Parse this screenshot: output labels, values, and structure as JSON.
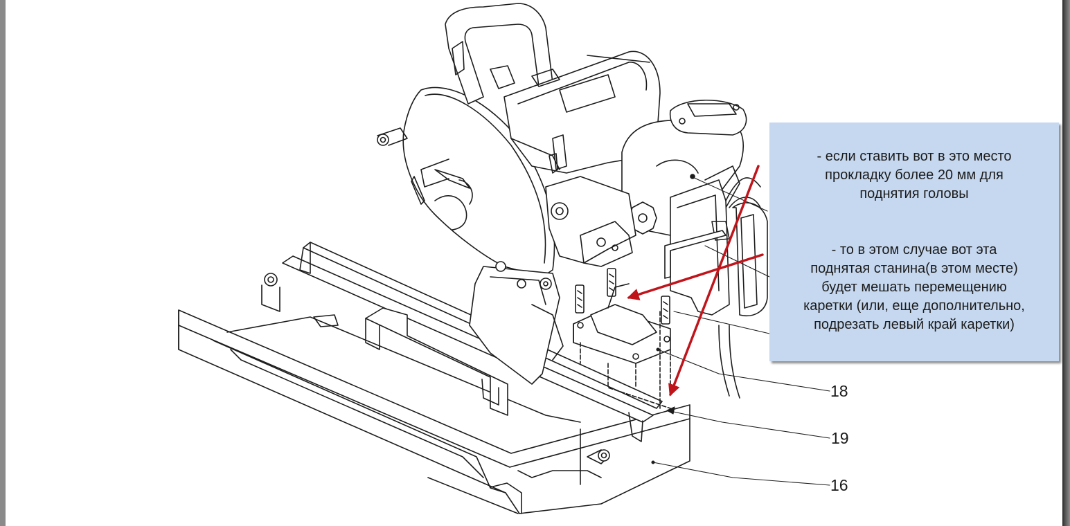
{
  "annotation": {
    "paragraph_1": "-  если ставить вот в это место\nпрокладку более 20 мм для\nподнятия головы",
    "paragraph_2": "-  то в этом случае вот эта\nподнятая станина(в этом месте)\nбудет мешать перемещению\nкаретки (или, еще дополнительно,\nподрезать левый край каретки)"
  },
  "callouts": [
    "18",
    "19",
    "16"
  ],
  "colors": {
    "note_fill": "#c6d8ef",
    "arrow": "#c0141b",
    "line_art": "#1c1c1c"
  }
}
